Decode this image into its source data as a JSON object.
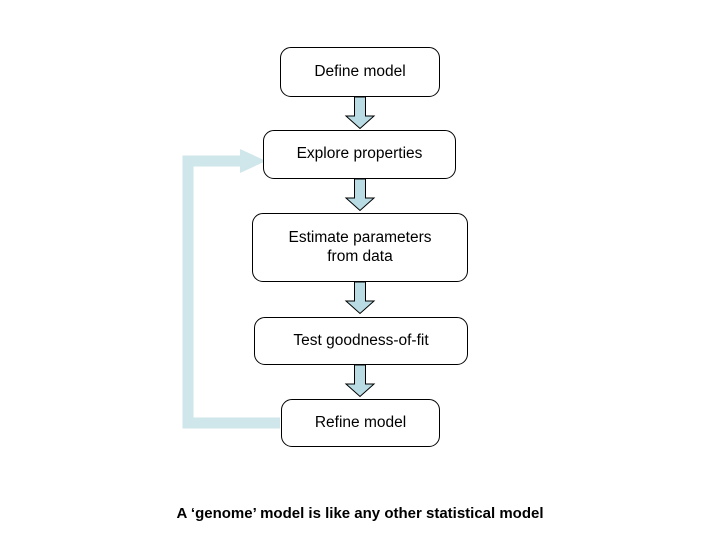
{
  "diagram": {
    "title_caption": "A ‘genome’ model is like any other statistical model",
    "colors": {
      "arrow_fill": "#b9dce4",
      "arrow_stroke": "#000000",
      "feedback_line": "#cfe6ea",
      "node_border": "#000000",
      "node_fill": "#ffffff",
      "text": "#000000",
      "background": "#ffffff"
    },
    "nodes": [
      {
        "id": "define-model",
        "label": "Define model"
      },
      {
        "id": "explore-properties",
        "label": "Explore properties"
      },
      {
        "id": "estimate-parameters",
        "label": "Estimate parameters\nfrom data"
      },
      {
        "id": "test-goodness-of-fit",
        "label": "Test goodness-of-fit"
      },
      {
        "id": "refine-model",
        "label": "Refine model"
      }
    ],
    "connectors": [
      {
        "id": "define-to-explore",
        "from": "define-model",
        "to": "explore-properties",
        "kind": "block-arrow-down"
      },
      {
        "id": "explore-to-estimate",
        "from": "explore-properties",
        "to": "estimate-parameters",
        "kind": "block-arrow-down"
      },
      {
        "id": "estimate-to-test",
        "from": "estimate-parameters",
        "to": "test-goodness-of-fit",
        "kind": "block-arrow-down"
      },
      {
        "id": "test-to-refine",
        "from": "test-goodness-of-fit",
        "to": "refine-model",
        "kind": "block-arrow-down"
      },
      {
        "id": "refine-to-explore-feedback",
        "from": "refine-model",
        "to": "explore-properties",
        "kind": "elbow-arrow-left-up-right"
      }
    ]
  }
}
